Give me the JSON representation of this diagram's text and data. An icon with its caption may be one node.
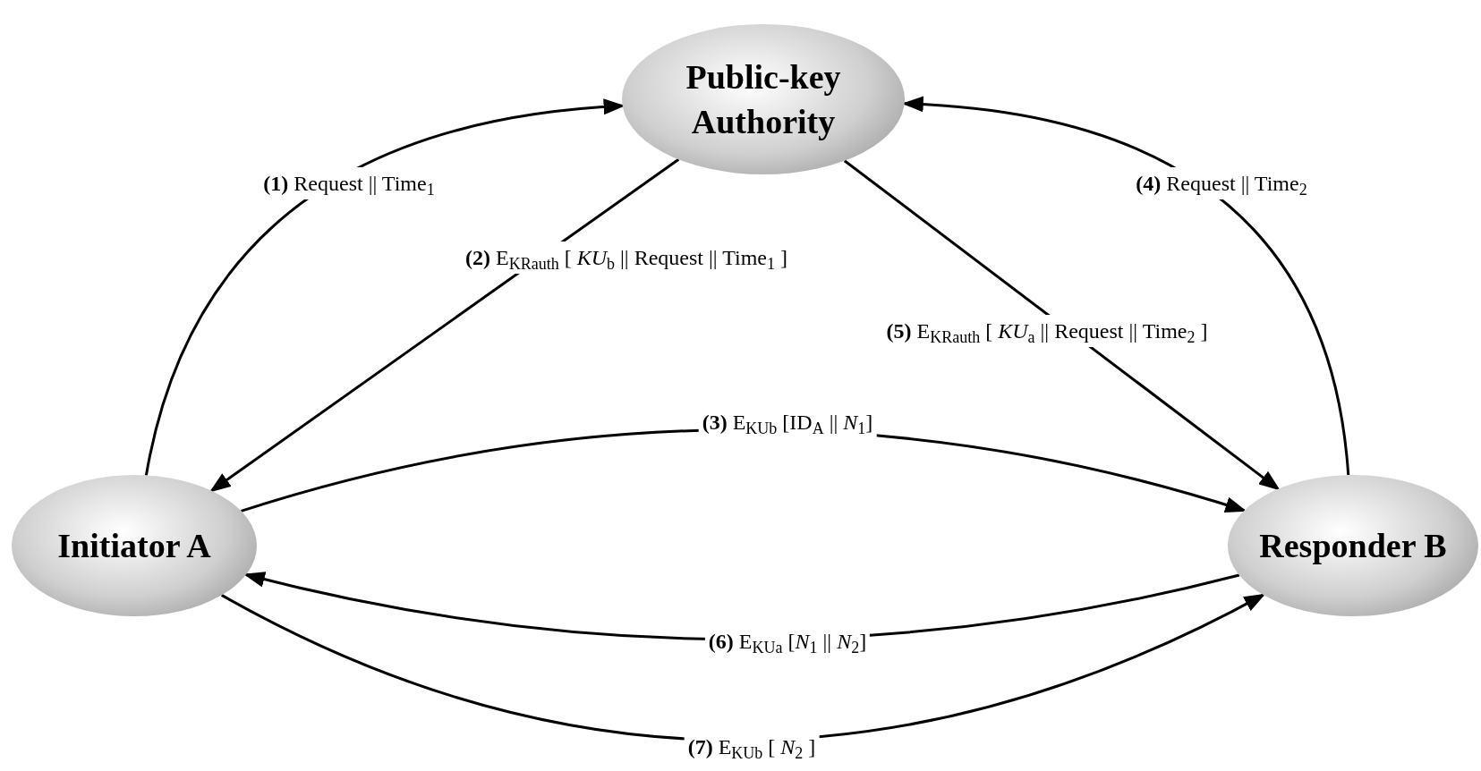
{
  "diagram": {
    "nodes": [
      {
        "text": [
          "Public-key Authority"
        ]
      },
      {
        "text": [
          "Initiator A"
        ]
      },
      {
        "text": [
          "Responder B"
        ]
      }
    ],
    "edges": [
      {
        "from": 1,
        "to": 0,
        "arrow": "to",
        "label": "**(1)**  Request || Time$_{1}$"
      },
      {
        "from": 0,
        "to": 1,
        "arrow": "to",
        "label": "**(2)** E$_{KRauth}$ [ *KU*$_{b}$ || Request || Time$_{1}$ ]"
      },
      {
        "from": 1,
        "to": 2,
        "arrow": "to",
        "label": "**(3)** E$_{KUb}$ [ID$_{A}$ || *N*$_{1}$]"
      },
      {
        "from": 2,
        "to": 0,
        "arrow": "to",
        "label": "**(4)**  Request || Time$_{2}$"
      },
      {
        "from": 0,
        "to": 2,
        "arrow": "to",
        "label": "**(5)** E$_{KRauth}$ [ *KU*$_{a}$ || Request || Time$_{2}$ ]"
      },
      {
        "from": 2,
        "to": 1,
        "arrow": "to",
        "label": "**(6)** E$_{KUa}$ [*N*$_{1}$ || *N*$_{2}$]"
      },
      {
        "from": 1,
        "to": 2,
        "arrow": "to",
        "label": "**(7)** E$_{KUb}$ [ *N*$_{2}$ ]"
      }
    ]
  }
}
